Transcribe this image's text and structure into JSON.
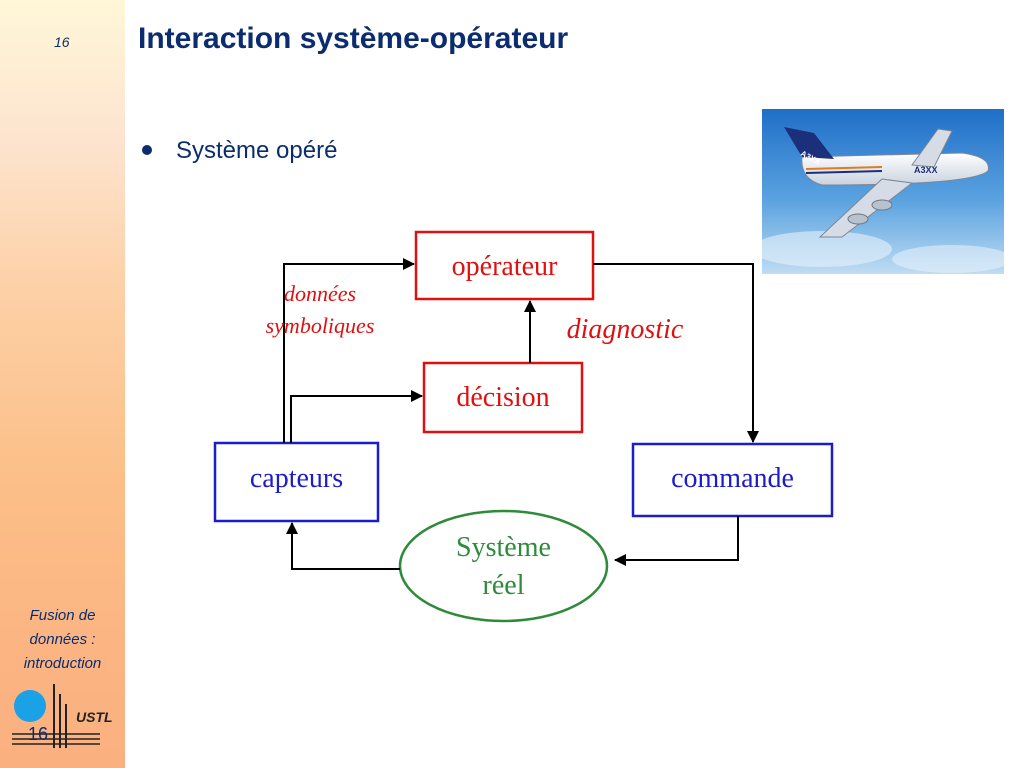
{
  "sidebar": {
    "page_number": "16",
    "footer_line1": "Fusion de",
    "footer_line2": "données :",
    "footer_line3": "introduction",
    "logo_text": "USTL",
    "logo_number": "16"
  },
  "slide": {
    "title": "Interaction système-opérateur",
    "bullet": "Système opéré"
  },
  "diagram": {
    "nodes": {
      "operateur": "opérateur",
      "decision": "décision",
      "capteurs": "capteurs",
      "commande": "commande",
      "systeme_line1": "Système",
      "systeme_line2": "réel"
    },
    "labels": {
      "donnees_line1": "données",
      "donnees_line2": "symboliques",
      "diagnostic": "diagnostic"
    },
    "colors": {
      "red": "#e01010",
      "blue": "#1c1ccc",
      "green": "#2e8b3a",
      "title_blue": "#0b2d6f"
    }
  },
  "image": {
    "tail_text": "A3XX",
    "body_text": "A3XX"
  }
}
